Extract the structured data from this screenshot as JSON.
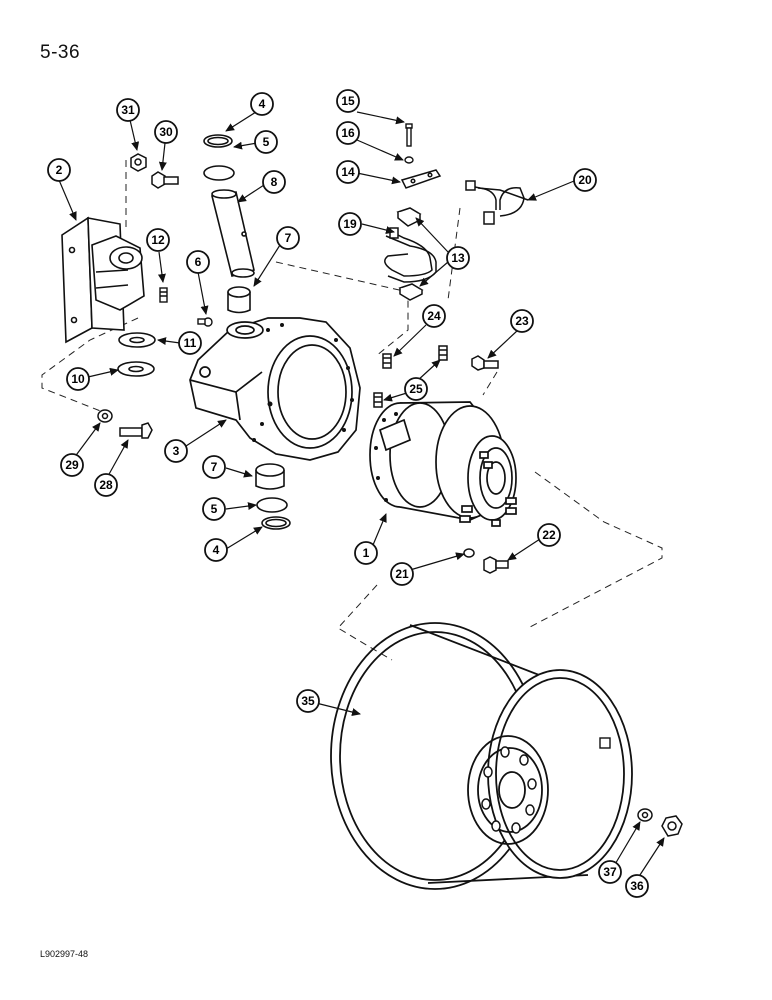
{
  "page": {
    "number": "5-36",
    "figure_code": "L902997-48"
  },
  "callouts": [
    {
      "id": "c31",
      "label": "31"
    },
    {
      "id": "c30",
      "label": "30"
    },
    {
      "id": "c4a",
      "label": "4"
    },
    {
      "id": "c5a",
      "label": "5"
    },
    {
      "id": "c8",
      "label": "8"
    },
    {
      "id": "c7a",
      "label": "7"
    },
    {
      "id": "c2",
      "label": "2"
    },
    {
      "id": "c12",
      "label": "12"
    },
    {
      "id": "c6",
      "label": "6"
    },
    {
      "id": "c11",
      "label": "11"
    },
    {
      "id": "c10",
      "label": "10"
    },
    {
      "id": "c3",
      "label": "3"
    },
    {
      "id": "c29",
      "label": "29"
    },
    {
      "id": "c28",
      "label": "28"
    },
    {
      "id": "c7b",
      "label": "7"
    },
    {
      "id": "c5b",
      "label": "5"
    },
    {
      "id": "c4b",
      "label": "4"
    },
    {
      "id": "c15",
      "label": "15"
    },
    {
      "id": "c16",
      "label": "16"
    },
    {
      "id": "c14",
      "label": "14"
    },
    {
      "id": "c20",
      "label": "20"
    },
    {
      "id": "c19",
      "label": "19"
    },
    {
      "id": "c13",
      "label": "13"
    },
    {
      "id": "c24",
      "label": "24"
    },
    {
      "id": "c23",
      "label": "23"
    },
    {
      "id": "c25",
      "label": "25"
    },
    {
      "id": "c1",
      "label": "1"
    },
    {
      "id": "c21",
      "label": "21"
    },
    {
      "id": "c22",
      "label": "22"
    },
    {
      "id": "c35",
      "label": "35"
    },
    {
      "id": "c37",
      "label": "37"
    },
    {
      "id": "c36",
      "label": "36"
    }
  ]
}
